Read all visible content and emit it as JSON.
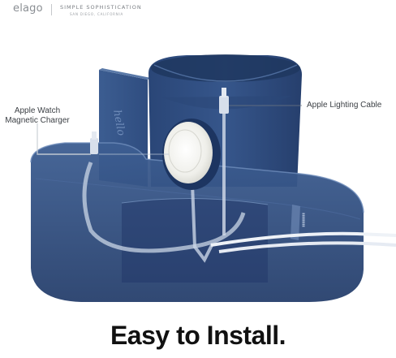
{
  "header": {
    "logo": "elago",
    "tagline": "SIMPLE SOPHISTICATION",
    "location": "SAN DIEGO, CALIFORNIA"
  },
  "product": {
    "callouts": {
      "watch_line1": "Apple Watch",
      "watch_line2": "Magnetic Charger",
      "cable": "Apple Lighting Cable"
    },
    "panel_script": "hello",
    "colors": {
      "body": "#2c4c7e",
      "body_dark": "#1d3561",
      "body_light": "#5d7aa8",
      "cable": "#e9eef5",
      "puck": "#f2f2ee"
    }
  },
  "headline": "Easy to Install."
}
